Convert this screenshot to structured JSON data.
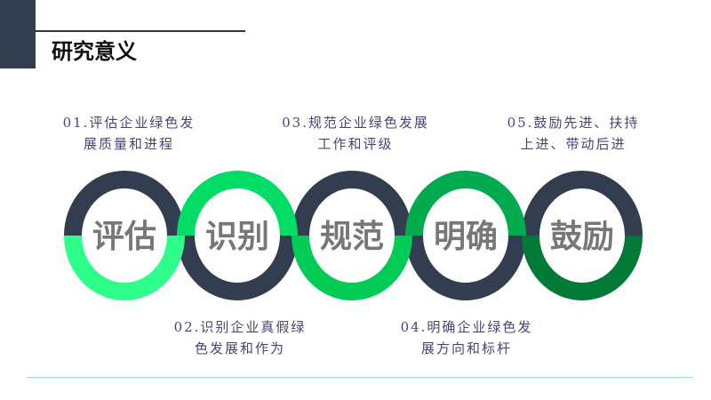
{
  "header": {
    "title": "研究意义"
  },
  "steps": [
    {
      "label": "评估",
      "caption_line1": "01.评估企业绿色发",
      "caption_line2": "展质量和进程",
      "color": "#2EFF8A"
    },
    {
      "label": "识别",
      "caption_line1": "02.识别企业真假绿",
      "caption_line2": "色发展和作为",
      "color": "#00DD66"
    },
    {
      "label": "规范",
      "caption_line1": "03.规范企业绿色发展",
      "caption_line2": "工作和评级",
      "color": "#00CC55"
    },
    {
      "label": "明确",
      "caption_line1": "04.明确企业绿色发",
      "caption_line2": "展方向和标杆",
      "color": "#00AA4F"
    },
    {
      "label": "鼓励",
      "caption_line1": "05.鼓励先进、扶持",
      "caption_line2": "上进、带动后进",
      "color": "#007A35"
    }
  ],
  "colors": {
    "dark": "#323D50"
  }
}
